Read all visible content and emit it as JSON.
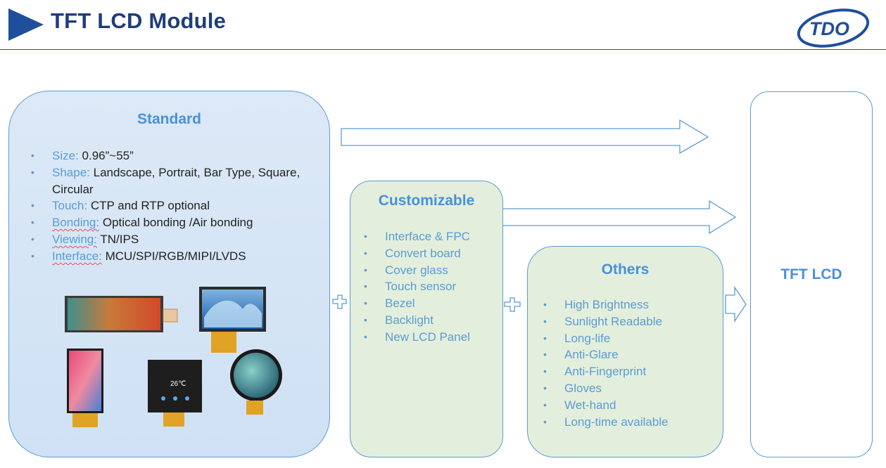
{
  "header": {
    "title": "TFT LCD Module",
    "logo_text": "TDO",
    "accent_color": "#1f4e9c"
  },
  "standard": {
    "title": "Standard",
    "items": [
      {
        "key": "Size:",
        "value": " 0.96”~55”"
      },
      {
        "key": "Shape:",
        "value": " Landscape, Portrait, Bar Type,  Square, Circular"
      },
      {
        "key": "Touch:",
        "value": " CTP and RTP optional"
      },
      {
        "key": "Bonding:",
        "value": " Optical bonding /Air bonding"
      },
      {
        "key": "Viewing:",
        "value": " TN/IPS"
      },
      {
        "key": "Interface:",
        "value": " MCU/SPI/RGB/MIPI/LVDS"
      }
    ],
    "displays": {
      "circular_temp": "26℃"
    }
  },
  "customizable": {
    "title": "Customizable",
    "items": [
      "Interface & FPC",
      "Convert board",
      "Cover glass",
      "Touch sensor",
      "Bezel",
      "Backlight",
      "New LCD Panel"
    ]
  },
  "others": {
    "title": "Others",
    "items": [
      "High Brightness",
      "Sunlight Readable",
      "Long-life",
      "Anti-Glare",
      "Anti-Fingerprint",
      "Gloves",
      "Wet-hand",
      "Long-time available"
    ]
  },
  "result": {
    "label": "TFT LCD"
  },
  "colors": {
    "panel_border": "#5b9bd5",
    "standard_fill": "#d6e6f6",
    "green_fill": "#e3efdc",
    "title_blue": "#4a90d9"
  }
}
